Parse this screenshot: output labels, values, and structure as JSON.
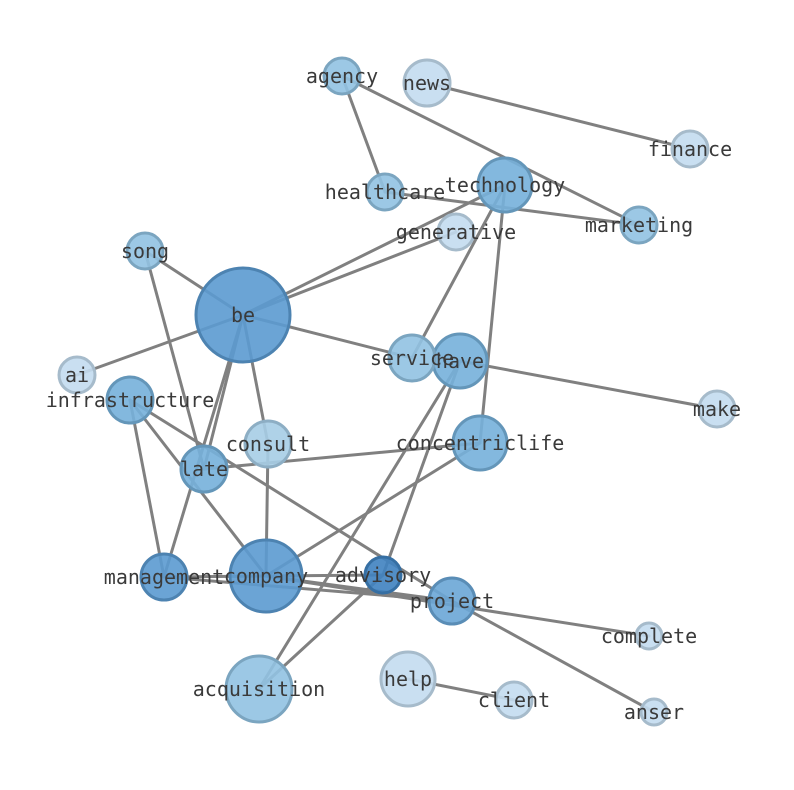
{
  "nodes": [
    {
      "id": "be",
      "label": "be",
      "color": "#5b9ad0"
    },
    {
      "id": "company",
      "label": "company",
      "color": "#5b9ad0"
    },
    {
      "id": "acquisition",
      "label": "acquisition",
      "color": "#91c2e2"
    },
    {
      "id": "help",
      "label": "help",
      "color": "#c3dcef"
    },
    {
      "id": "have",
      "label": "have",
      "color": "#76b0da"
    },
    {
      "id": "technology",
      "label": "technology",
      "color": "#76b0da"
    },
    {
      "id": "concentriclife",
      "label": "concentriclife",
      "color": "#76b0da"
    },
    {
      "id": "infrastructure",
      "label": "infrastructure",
      "color": "#76b0da"
    },
    {
      "id": "late",
      "label": "late",
      "color": "#76b0da"
    },
    {
      "id": "management",
      "label": "management",
      "color": "#5b9ad0"
    },
    {
      "id": "project",
      "label": "project",
      "color": "#6aa6d6"
    },
    {
      "id": "service",
      "label": "service",
      "color": "#91c2e2"
    },
    {
      "id": "consult",
      "label": "consult",
      "color": "#a6cde6"
    },
    {
      "id": "news",
      "label": "news",
      "color": "#c3dcef"
    },
    {
      "id": "agency",
      "label": "agency",
      "color": "#91c2e2"
    },
    {
      "id": "healthcare",
      "label": "healthcare",
      "color": "#91c2e2"
    },
    {
      "id": "marketing",
      "label": "marketing",
      "color": "#91c2e2"
    },
    {
      "id": "finance",
      "label": "finance",
      "color": "#c3dcef"
    },
    {
      "id": "generative",
      "label": "generative",
      "color": "#c3dcef"
    },
    {
      "id": "song",
      "label": "song",
      "color": "#91c2e2"
    },
    {
      "id": "ai",
      "label": "ai",
      "color": "#c3dcef"
    },
    {
      "id": "make",
      "label": "make",
      "color": "#c3dcef"
    },
    {
      "id": "advisory",
      "label": "advisory",
      "color": "#3f82c0"
    },
    {
      "id": "client",
      "label": "client",
      "color": "#c3dcef"
    },
    {
      "id": "complete",
      "label": "complete",
      "color": "#c3dcef"
    },
    {
      "id": "anser",
      "label": "anser",
      "color": "#c3dcef"
    }
  ],
  "edges": [
    [
      "news",
      "finance"
    ],
    [
      "agency",
      "healthcare"
    ],
    [
      "agency",
      "marketing"
    ],
    [
      "healthcare",
      "marketing"
    ],
    [
      "technology",
      "be"
    ],
    [
      "technology",
      "service"
    ],
    [
      "technology",
      "concentriclife"
    ],
    [
      "generative",
      "be"
    ],
    [
      "song",
      "be"
    ],
    [
      "song",
      "late"
    ],
    [
      "be",
      "ai"
    ],
    [
      "be",
      "service"
    ],
    [
      "be",
      "late"
    ],
    [
      "be",
      "management"
    ],
    [
      "be",
      "consult"
    ],
    [
      "have",
      "make"
    ],
    [
      "have",
      "acquisition"
    ],
    [
      "have",
      "advisory"
    ],
    [
      "infrastructure",
      "management"
    ],
    [
      "infrastructure",
      "company"
    ],
    [
      "infrastructure",
      "project"
    ],
    [
      "consult",
      "company"
    ],
    [
      "late",
      "concentriclife"
    ],
    [
      "concentriclife",
      "company"
    ],
    [
      "management",
      "company"
    ],
    [
      "management",
      "project"
    ],
    [
      "company",
      "advisory"
    ],
    [
      "company",
      "project"
    ],
    [
      "company",
      "complete"
    ],
    [
      "advisory",
      "acquisition"
    ],
    [
      "project",
      "anser"
    ],
    [
      "help",
      "client"
    ]
  ]
}
